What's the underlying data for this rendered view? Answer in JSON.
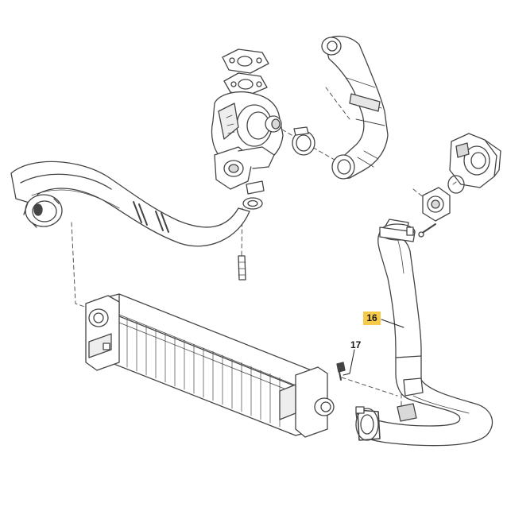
{
  "callouts": [
    {
      "id": "16",
      "label": "16",
      "highlighted": true,
      "highlight_color": "#f7c948",
      "part": "intercooler-outlet-hose"
    },
    {
      "id": "17",
      "label": "17",
      "highlighted": false,
      "part": "bolt"
    }
  ],
  "colors": {
    "line": "#444444",
    "fill": "#ffffff",
    "shade": "#d9d9d9",
    "highlight": "#f7c948"
  }
}
